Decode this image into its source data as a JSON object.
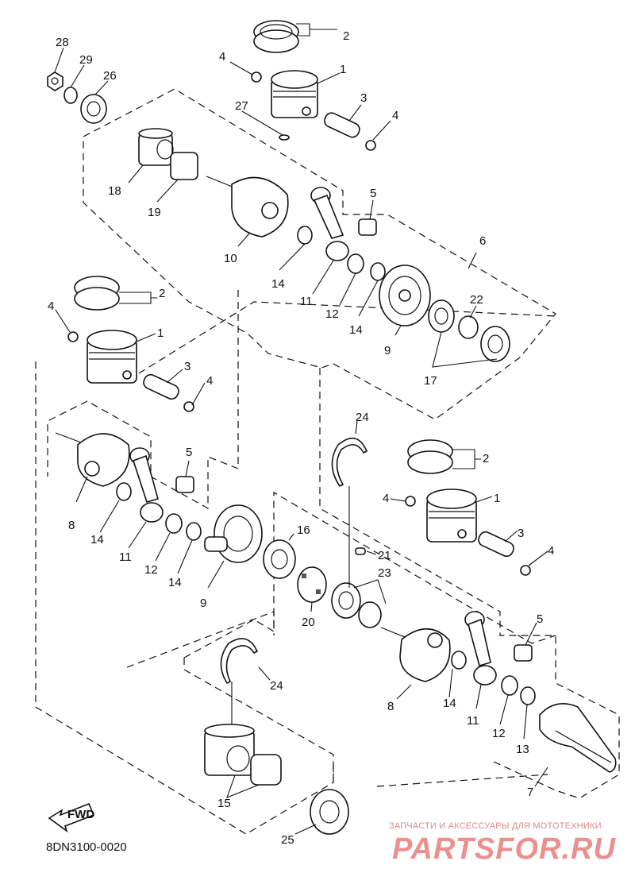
{
  "diagram": {
    "code": "8DN3100-0020",
    "fwd_label": "FWD",
    "callouts": {
      "c28": "28",
      "c29": "29",
      "c26": "26",
      "c27": "27",
      "c18": "18",
      "c19": "19",
      "c10": "10",
      "c2a": "2",
      "c1a": "1",
      "c3a": "3",
      "c4a": "4",
      "c4b": "4",
      "c5a": "5",
      "c6": "6",
      "c14a": "14",
      "c11a": "11",
      "c12a": "12",
      "c14b": "14",
      "c9a": "9",
      "c22": "22",
      "c17": "17",
      "c2b": "2",
      "c1b": "1",
      "c3b": "3",
      "c4c": "4",
      "c4d": "4",
      "c5b": "5",
      "c8a": "8",
      "c14c": "14",
      "c11b": "11",
      "c12b": "12",
      "c14d": "14",
      "c9b": "9",
      "c16": "16",
      "c21": "21",
      "c23": "23",
      "c20": "20",
      "c24a": "24",
      "c2c": "2",
      "c4e": "4",
      "c1c": "1",
      "c3c": "3",
      "c4f": "4",
      "c5c": "5",
      "c8b": "8",
      "c14e": "14",
      "c11c": "11",
      "c12c": "12",
      "c13": "13",
      "c7": "7",
      "c24b": "24",
      "c15": "15",
      "c25": "25"
    }
  },
  "watermark": {
    "caption": "ЗАПЧАСТИ И АКСЕССУАРЫ ДЛЯ МОТОТЕХНИКИ",
    "logo_text": "PARTSFOR.RU"
  }
}
